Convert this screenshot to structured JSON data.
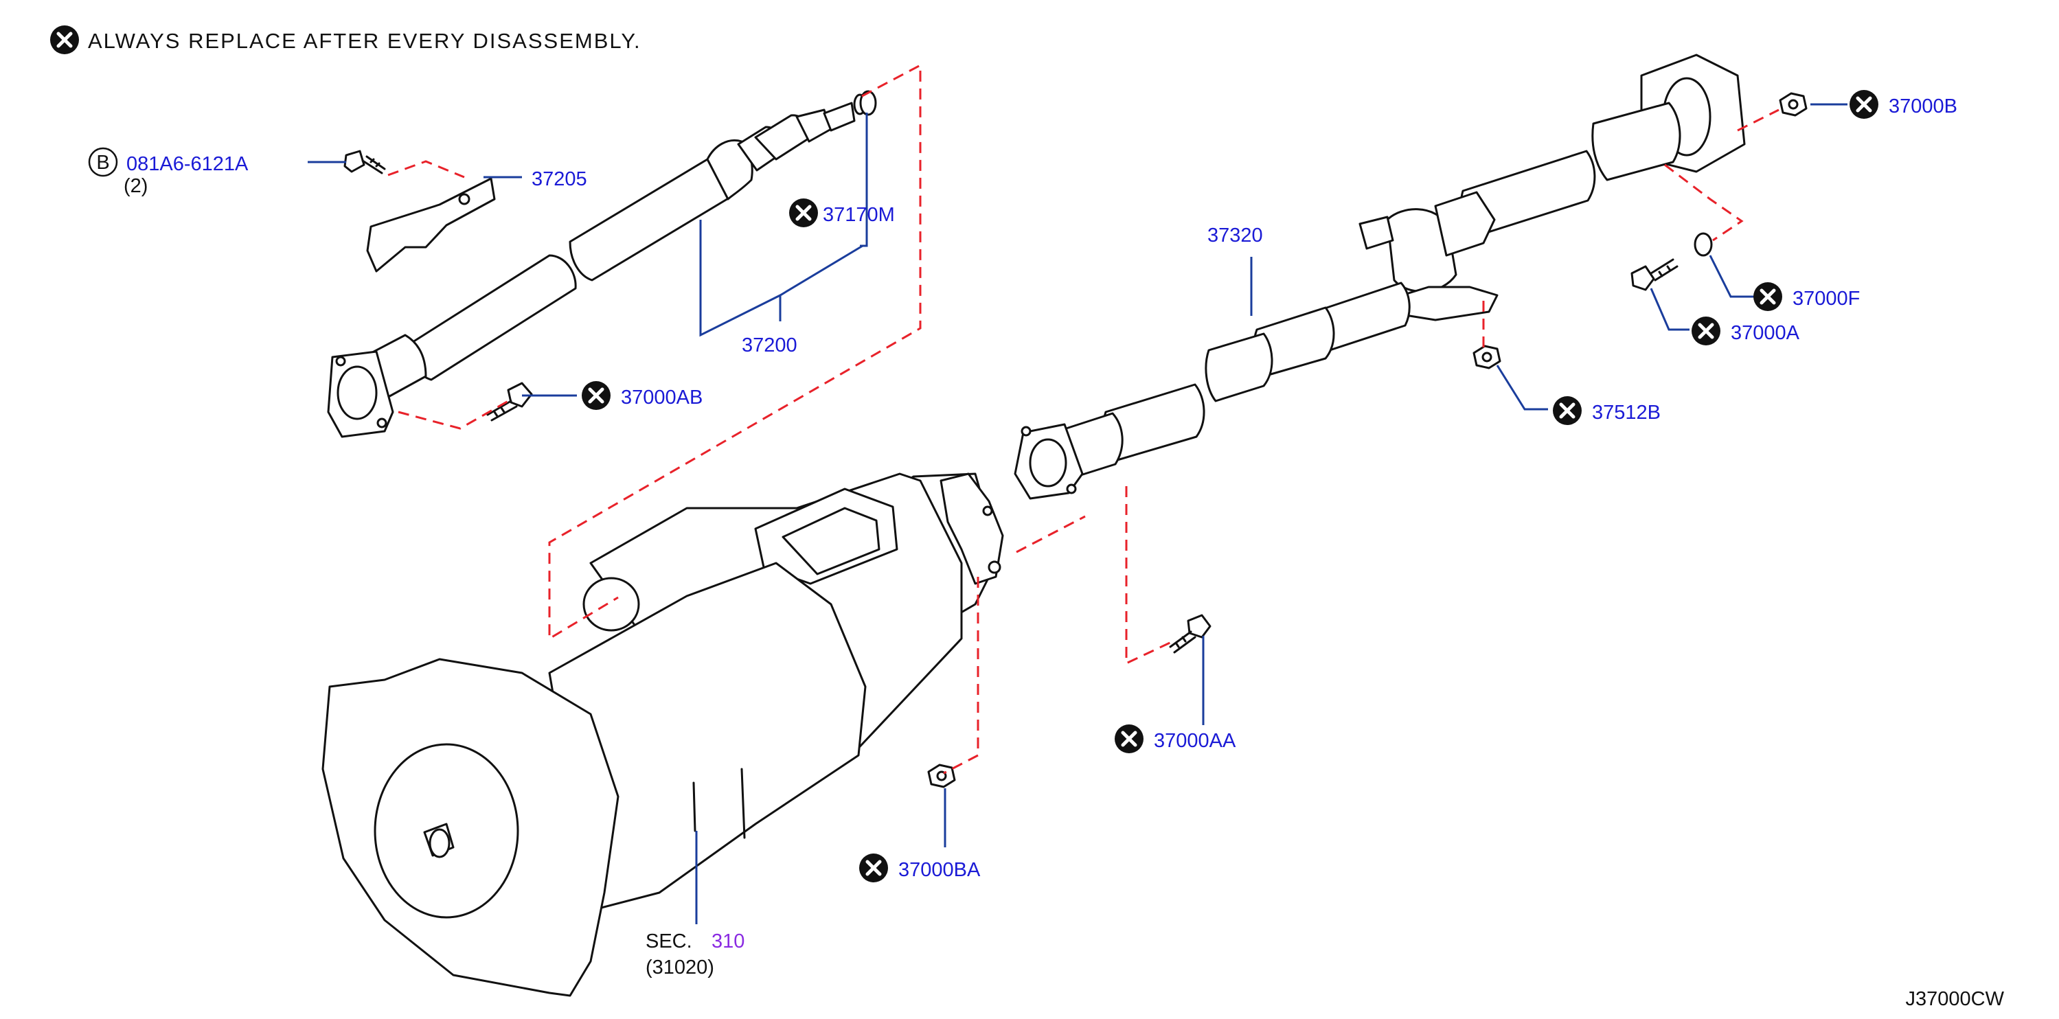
{
  "header": {
    "note": "ALWAYS REPLACE AFTER EVERY DISASSEMBLY."
  },
  "callouts": {
    "bolt_ref": "081A6-6121A",
    "bolt_ref_marker": "B",
    "bolt_ref_qty": "(2)",
    "bracket": "37205",
    "seal": "37170M",
    "front_shaft": "37200",
    "front_flange_bolt": "37000AB",
    "rear_shaft": "37320",
    "rear_flange_nut": "37000B",
    "washer": "37000F",
    "bolt_37000A": "37000A",
    "center_bearing_nut": "37512B",
    "flange_bolt_aa": "37000AA",
    "flange_nut_ba": "37000BA",
    "section_prefix": "SEC.",
    "section_number": "310",
    "section_part": "(31020)"
  },
  "footer": {
    "diagram_code": "J37000CW"
  },
  "colors": {
    "callout": "#1a1ad6",
    "leader": "#1a3d9c",
    "dashed_link": "#e8222a",
    "section_link": "#8a2be2",
    "ink": "#111111"
  },
  "icons": {
    "replace_marker": "x-circle-icon",
    "bolt_ref_marker": "circled-letter-icon"
  }
}
